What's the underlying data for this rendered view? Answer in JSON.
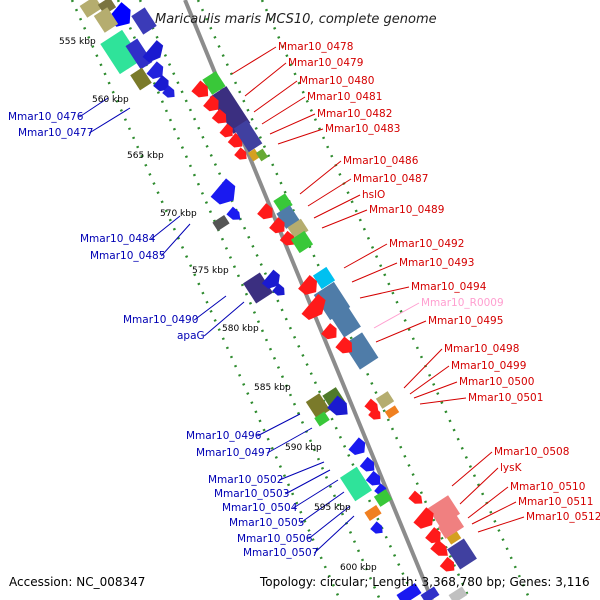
{
  "title": "Maricaulis maris MCS10, complete genome",
  "footer": {
    "accession": "Accession: NC_008347",
    "summary": "Topology: circular; Length: 3,368,780 bp; Genes: 3,116"
  },
  "colors": {
    "forward_label": "#d40000",
    "reverse_label": "#0000b4",
    "rna_label": "#ff9fd0",
    "backbone": "#8c8c8c",
    "dots": "#2e8b2e"
  },
  "ticks": [
    "555 kbp",
    "560 kbp",
    "565 kbp",
    "570 kbp",
    "575 kbp",
    "580 kbp",
    "585 kbp",
    "590 kbp",
    "595 kbp",
    "600 kbp"
  ],
  "forward_genes": [
    "Mmar10_0478",
    "Mmar10_0479",
    "Mmar10_0480",
    "Mmar10_0481",
    "Mmar10_0482",
    "Mmar10_0483",
    "Mmar10_0486",
    "Mmar10_0487",
    "hslO",
    "Mmar10_0489",
    "Mmar10_0492",
    "Mmar10_0493",
    "Mmar10_0494",
    "Mmar10_R0009",
    "Mmar10_0495",
    "Mmar10_0498",
    "Mmar10_0499",
    "Mmar10_0500",
    "Mmar10_0501",
    "Mmar10_0508",
    "lysK",
    "Mmar10_0510",
    "Mmar10_0511",
    "Mmar10_0512"
  ],
  "reverse_genes": [
    "Mmar10_0476",
    "Mmar10_0477",
    "Mmar10_0484",
    "Mmar10_0485",
    "Mmar10_0490",
    "apaG",
    "Mmar10_0496",
    "Mmar10_0497",
    "Mmar10_0502",
    "Mmar10_0503",
    "Mmar10_0504",
    "Mmar10_0505",
    "Mmar10_0506",
    "Mmar10_0507"
  ]
}
